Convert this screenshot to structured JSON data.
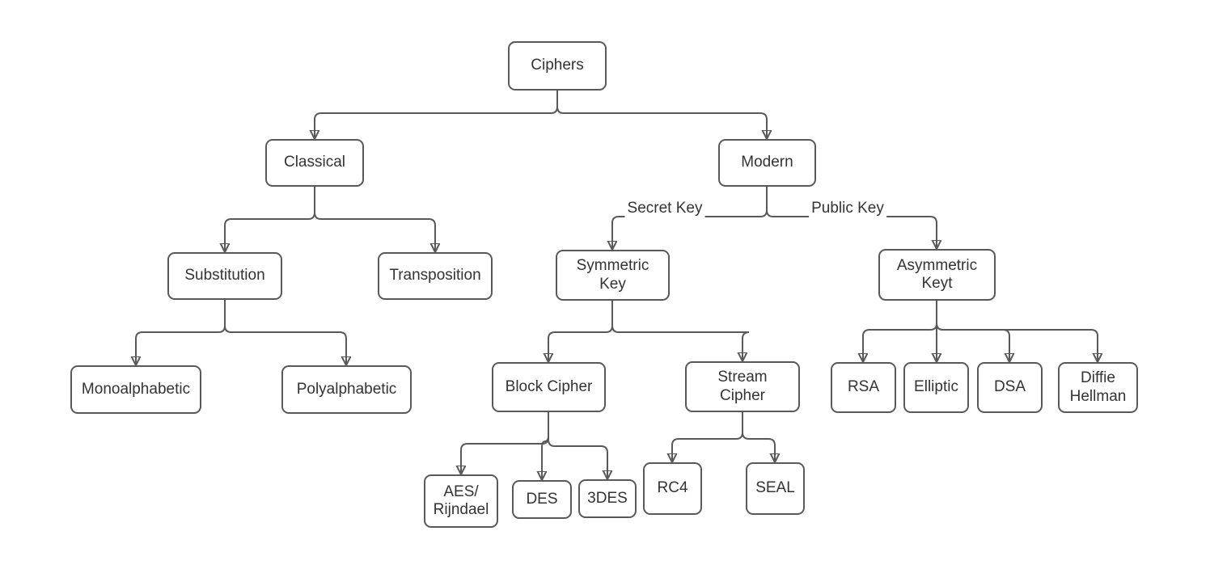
{
  "diagram": {
    "type": "tree",
    "nodes": {
      "ciphers": "Ciphers",
      "classical": "Classical",
      "modern": "Modern",
      "substitution": "Substitution",
      "transposition": "Transposition",
      "symmetric_key": "Symmetric\nKey",
      "asymmetric_key": "Asymmetric\nKeyt",
      "monoalphabetic": "Monoalphabetic",
      "polyalphabetic": "Polyalphabetic",
      "block_cipher": "Block Cipher",
      "stream_cipher": "Stream\nCipher",
      "rsa": "RSA",
      "elliptic": "Elliptic",
      "dsa": "DSA",
      "diffie_hellman": "Diffie\nHellman",
      "aes_rijndael": "AES/\nRijndael",
      "des": "DES",
      "triple_des": "3DES",
      "rc4": "RC4",
      "seal": "SEAL"
    },
    "edge_labels": {
      "secret_key": "Secret Key",
      "public_key": "Public Key"
    },
    "hierarchy": {
      "Ciphers": {
        "Classical": {
          "Substitution": [
            "Monoalphabetic",
            "Polyalphabetic"
          ],
          "Transposition": []
        },
        "Modern": {
          "Symmetric Key": {
            "Block Cipher": [
              "AES/Rijndael",
              "DES",
              "3DES"
            ],
            "Stream Cipher": [
              "RC4",
              "SEAL"
            ]
          },
          "Asymmetric Keyt": [
            "RSA",
            "Elliptic",
            "DSA",
            "Diffie Hellman"
          ]
        }
      }
    },
    "colors": {
      "stroke": "#595959",
      "text": "#333333",
      "background": "#ffffff"
    }
  }
}
